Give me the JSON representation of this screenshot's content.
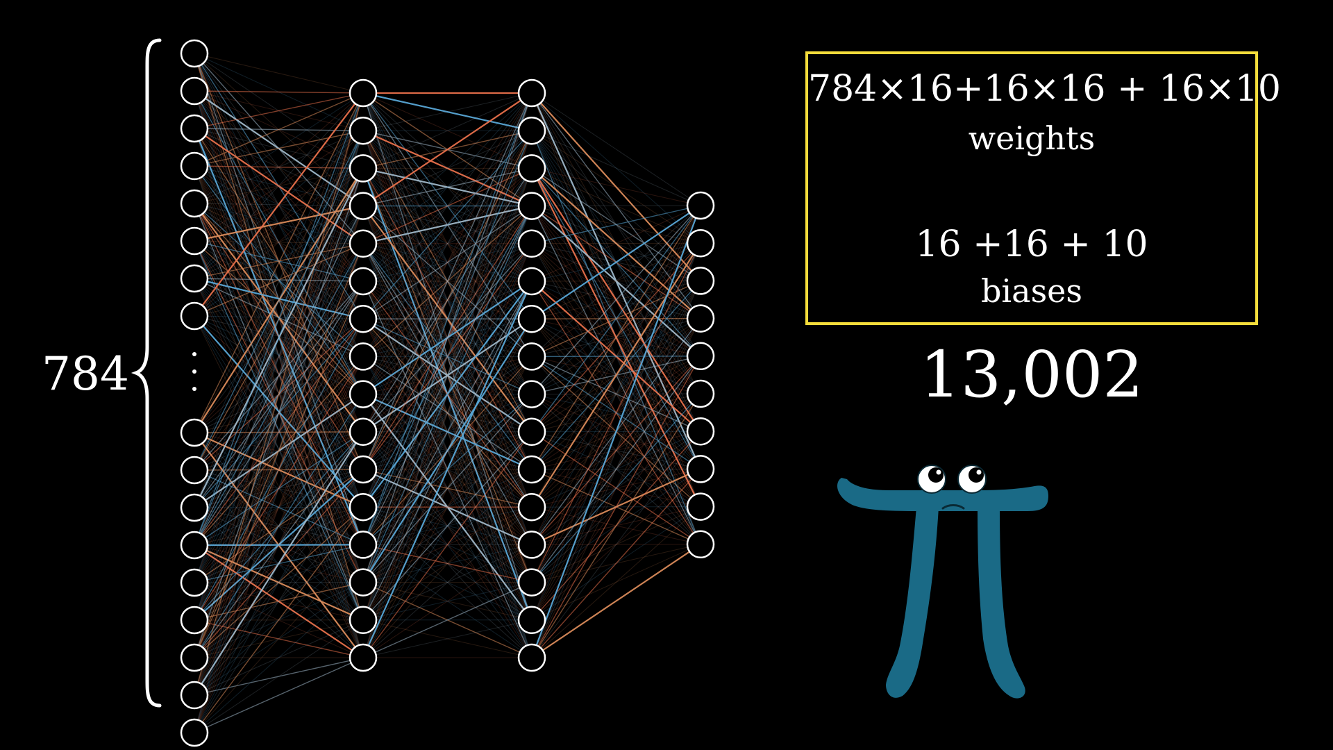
{
  "network": {
    "input_layer_size_label": "784",
    "layer_node_counts_shown": [
      17,
      16,
      16,
      10
    ],
    "input_layer_has_ellipsis": true,
    "connection_colors": [
      "#58a6d6",
      "#e8704b",
      "#9fb7c8",
      "#d98a5a"
    ]
  },
  "formula_box": {
    "weights_formula": "784×16+16×16 + 16×10",
    "weights_label": "weights",
    "biases_formula": "16 +16 + 10",
    "biases_label": "biases",
    "border_color": "#f5dc3b"
  },
  "total": "13,002",
  "mascot": {
    "icon": "pi-creature-icon",
    "body_color": "#1a6a86"
  }
}
